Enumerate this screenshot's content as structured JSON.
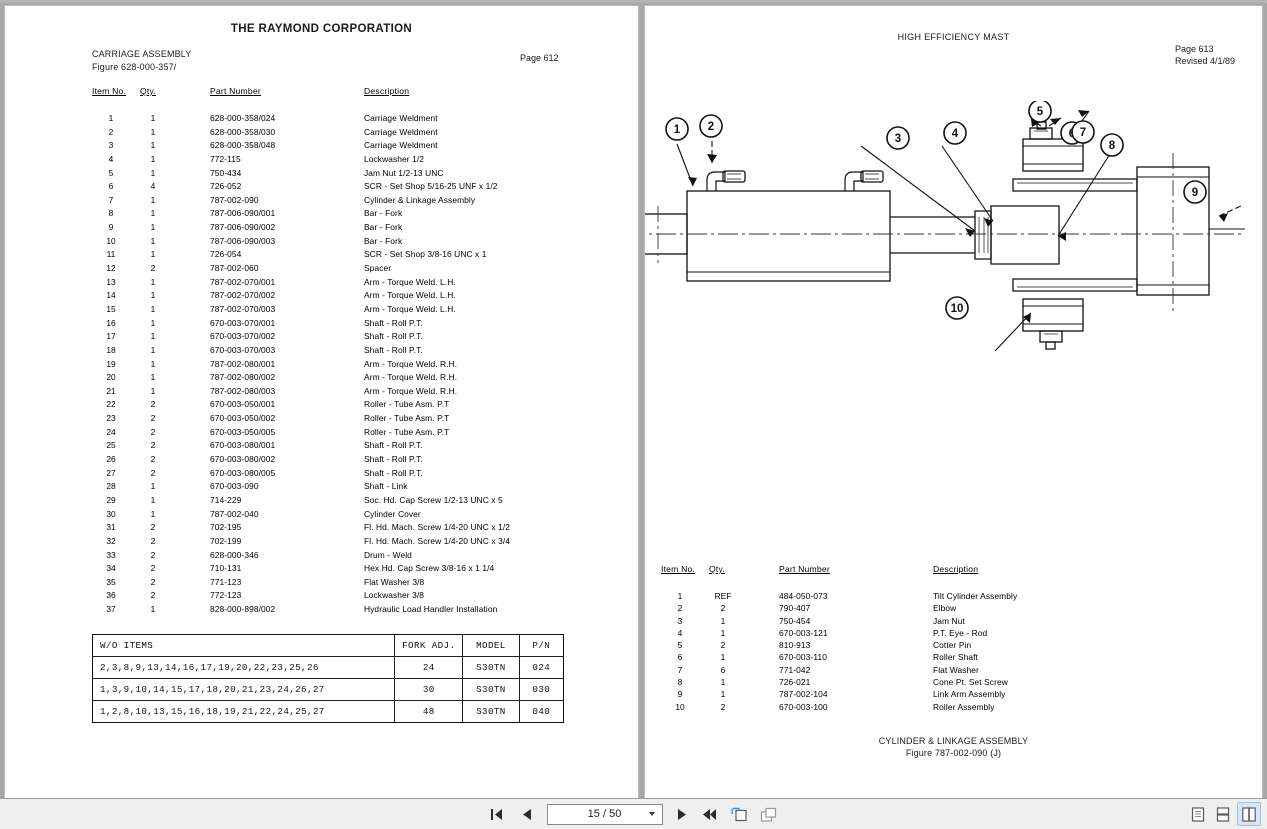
{
  "viewer": {
    "toolbar": {
      "first_page_label": "First page",
      "prev_page_label": "Previous page",
      "page_value": "15 / 50",
      "next_page_label": "Next page",
      "last_page_label": "Last page",
      "fit_page_label": "Fit page",
      "fit_width_label": "Fit width",
      "view_single_label": "Single page view",
      "view_continuous_label": "Continuous view",
      "view_facing_label": "Facing pages view"
    }
  },
  "left_page": {
    "header_title": "THE RAYMOND CORPORATION",
    "section_title": "CARRIAGE ASSEMBLY",
    "figure": "Figure 628-000-357/",
    "page_label": "Page 612",
    "columns": {
      "item": "Item No.",
      "qty": "Qty.",
      "part_number": "Part Number",
      "description": "Description"
    },
    "rows": [
      [
        "1",
        "1",
        "628-000-358/024",
        "Carriage Weldment"
      ],
      [
        "2",
        "1",
        "628-000-358/030",
        "Carriage Weldment"
      ],
      [
        "3",
        "1",
        "628-000-358/048",
        "Carriage Weldment"
      ],
      [
        "4",
        "1",
        "772-115",
        "Lockwasher 1/2"
      ],
      [
        "5",
        "1",
        "750-434",
        "Jam Nut 1/2-13 UNC"
      ],
      [
        "6",
        "4",
        "726-052",
        "SCR - Set Shop 5/16-25 UNF x 1/2"
      ],
      [
        "7",
        "1",
        "787-002-090",
        "Cylinder & Linkage Assembly"
      ],
      [
        "8",
        "1",
        "787-006-090/001",
        "Bar - Fork"
      ],
      [
        "9",
        "1",
        "787-006-090/002",
        "Bar - Fork"
      ],
      [
        "10",
        "1",
        "787-006-090/003",
        "Bar - Fork"
      ],
      [
        "11",
        "1",
        "726-054",
        "SCR - Set Shop 3/8-16 UNC x 1"
      ],
      [
        "12",
        "2",
        "787-002-060",
        "Spacer"
      ],
      [
        "13",
        "1",
        "787-002-070/001",
        "Arm - Torque Weld. L.H."
      ],
      [
        "14",
        "1",
        "787-002-070/002",
        "Arm - Torque Weld. L.H."
      ],
      [
        "15",
        "1",
        "787-002-070/003",
        "Arm - Torque Weld. L.H."
      ],
      [
        "16",
        "1",
        "670-003-070/001",
        "Shaft - Roll P.T."
      ],
      [
        "17",
        "1",
        "670-003-070/002",
        "Shaft - Roll P.T."
      ],
      [
        "18",
        "1",
        "670-003-070/003",
        "Shaft - Roll P.T."
      ],
      [
        "19",
        "1",
        "787-002-080/001",
        "Arm - Torque Weld. R.H."
      ],
      [
        "20",
        "1",
        "787-002-080/002",
        "Arm - Torque Weld. R.H."
      ],
      [
        "21",
        "1",
        "787-002-080/003",
        "Arm - Torque Weld. R.H."
      ],
      [
        "22",
        "2",
        "670-003-050/001",
        "Roller - Tube Asm. P.T"
      ],
      [
        "23",
        "2",
        "670-003-050/002",
        "Roller - Tube Asm. P.T"
      ],
      [
        "24",
        "2",
        "670-003-050/005",
        "Roller - Tube Asm. P.T"
      ],
      [
        "25",
        "2",
        "670-003-080/001",
        "Shaft - Roll P.T."
      ],
      [
        "26",
        "2",
        "670-003-080/002",
        "Shaft - Roll P.T."
      ],
      [
        "27",
        "2",
        "670-003-080/005",
        "Shaft - Roll P.T."
      ],
      [
        "28",
        "1",
        "670-003-090",
        "Shaft - Link"
      ],
      [
        "29",
        "1",
        "714-229",
        "Soc. Hd. Cap Screw 1/2-13 UNC x 5"
      ],
      [
        "30",
        "1",
        "787-002-040",
        "Cylinder Cover"
      ],
      [
        "31",
        "2",
        "702-195",
        "Fl. Hd. Mach. Screw 1/4-20 UNC x 1/2"
      ],
      [
        "32",
        "2",
        "702-199",
        "Fl. Hd. Mach. Screw 1/4-20 UNC x 3/4"
      ],
      [
        "33",
        "2",
        "628-000-346",
        "Drum - Weld"
      ],
      [
        "34",
        "2",
        "710-131",
        "Hex Hd. Cap Screw 3/8-16 x 1 1/4"
      ],
      [
        "35",
        "2",
        "771-123",
        "Flat Washer 3/8"
      ],
      [
        "36",
        "2",
        "772-123",
        "Lockwasher 3/8"
      ],
      [
        "37",
        "1",
        "828-000-898/002",
        "Hydraulic Load Handler Installation"
      ]
    ],
    "wo_table": {
      "headers": [
        "W/O ITEMS",
        "FORK ADJ.",
        "MODEL",
        "P/N"
      ],
      "rows": [
        [
          "2,3,8,9,13,14,16,17,19,20,22,23,25,26",
          "24",
          "S30TN",
          "024"
        ],
        [
          "1,3,9,10,14,15,17,18,20,21,23,24,26,27",
          "30",
          "S30TN",
          "030"
        ],
        [
          "1,2,8,10,13,15,16,18,19,21,22,24,25,27",
          "48",
          "S30TN",
          "040"
        ]
      ]
    }
  },
  "right_page": {
    "header_title": "HIGH EFFICIENCY MAST",
    "page_label": "Page 613",
    "revised_label": "Revised 4/1/89",
    "columns": {
      "item": "Item No.",
      "qty": "Qty.",
      "part_number": "Part Number",
      "description": "Description"
    },
    "rows": [
      [
        "1",
        "REF",
        "484-050-073",
        "Tilt Cylinder Assembly"
      ],
      [
        "2",
        "2",
        "790-407",
        "Elbow"
      ],
      [
        "3",
        "1",
        "750-454",
        "Jam Nut"
      ],
      [
        "4",
        "1",
        "670-003-121",
        "P.T. Eye - Rod"
      ],
      [
        "5",
        "2",
        "810-913",
        "Cotter Pin"
      ],
      [
        "6",
        "1",
        "670-003-110",
        "Roller Shaft"
      ],
      [
        "7",
        "6",
        "771-042",
        "Flat Washer"
      ],
      [
        "8",
        "1",
        "726-021",
        "Cone Pt. Set Screw"
      ],
      [
        "9",
        "1",
        "787-002-104",
        "Link Arm Assembly"
      ],
      [
        "10",
        "2",
        "670-003-100",
        "Roller Assembly"
      ]
    ],
    "footer_title": "CYLINDER & LINKAGE ASSEMBLY",
    "footer_figure": "Figure 787-002-090 (J)",
    "callouts": [
      "1",
      "2",
      "3",
      "4",
      "5",
      "6",
      "7",
      "8",
      "9",
      "10"
    ]
  }
}
